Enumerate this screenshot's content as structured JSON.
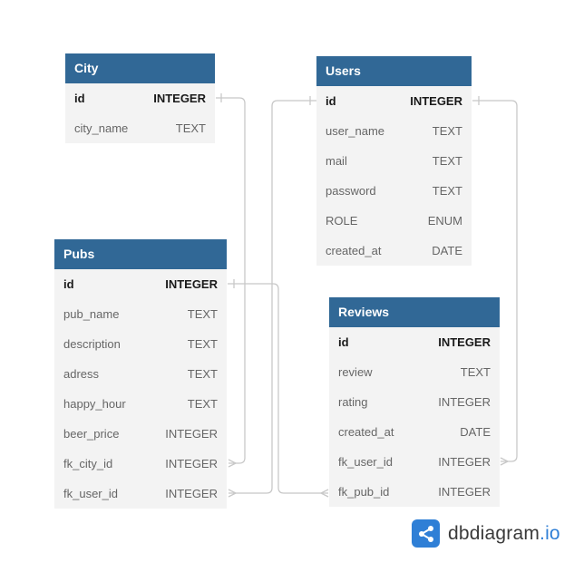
{
  "tables": [
    {
      "key": "city",
      "name": "City",
      "fields": [
        {
          "name": "id",
          "type": "INTEGER",
          "pk": true
        },
        {
          "name": "city_name",
          "type": "TEXT"
        }
      ]
    },
    {
      "key": "users",
      "name": "Users",
      "fields": [
        {
          "name": "id",
          "type": "INTEGER",
          "pk": true
        },
        {
          "name": "user_name",
          "type": "TEXT"
        },
        {
          "name": "mail",
          "type": "TEXT"
        },
        {
          "name": "password",
          "type": "TEXT"
        },
        {
          "name": "ROLE",
          "type": "ENUM"
        },
        {
          "name": "created_at",
          "type": "DATE"
        }
      ]
    },
    {
      "key": "pubs",
      "name": "Pubs",
      "fields": [
        {
          "name": "id",
          "type": "INTEGER",
          "pk": true
        },
        {
          "name": "pub_name",
          "type": "TEXT"
        },
        {
          "name": "description",
          "type": "TEXT"
        },
        {
          "name": "adress",
          "type": "TEXT"
        },
        {
          "name": "happy_hour",
          "type": "TEXT"
        },
        {
          "name": "beer_price",
          "type": "INTEGER"
        },
        {
          "name": "fk_city_id",
          "type": "INTEGER"
        },
        {
          "name": "fk_user_id",
          "type": "INTEGER"
        }
      ]
    },
    {
      "key": "reviews",
      "name": "Reviews",
      "fields": [
        {
          "name": "id",
          "type": "INTEGER",
          "pk": true
        },
        {
          "name": "review",
          "type": "TEXT"
        },
        {
          "name": "rating",
          "type": "INTEGER"
        },
        {
          "name": "created_at",
          "type": "DATE"
        },
        {
          "name": "fk_user_id",
          "type": "INTEGER"
        },
        {
          "name": "fk_pub_id",
          "type": "INTEGER"
        }
      ]
    }
  ],
  "relationships": [
    {
      "from": "City.id",
      "to": "Pubs.fk_city_id"
    },
    {
      "from": "Users.id",
      "to": "Pubs.fk_user_id"
    },
    {
      "from": "Users.id",
      "to": "Reviews.fk_user_id"
    },
    {
      "from": "Pubs.id",
      "to": "Reviews.fk_pub_id"
    }
  ],
  "brand": {
    "name": "dbdiagram",
    "suffix": ".io",
    "icon": "share-nodes-icon"
  },
  "colors": {
    "header": "#316896",
    "body": "#f3f3f3",
    "brand": "#2f7fd6",
    "connector": "#c8c8c8"
  }
}
